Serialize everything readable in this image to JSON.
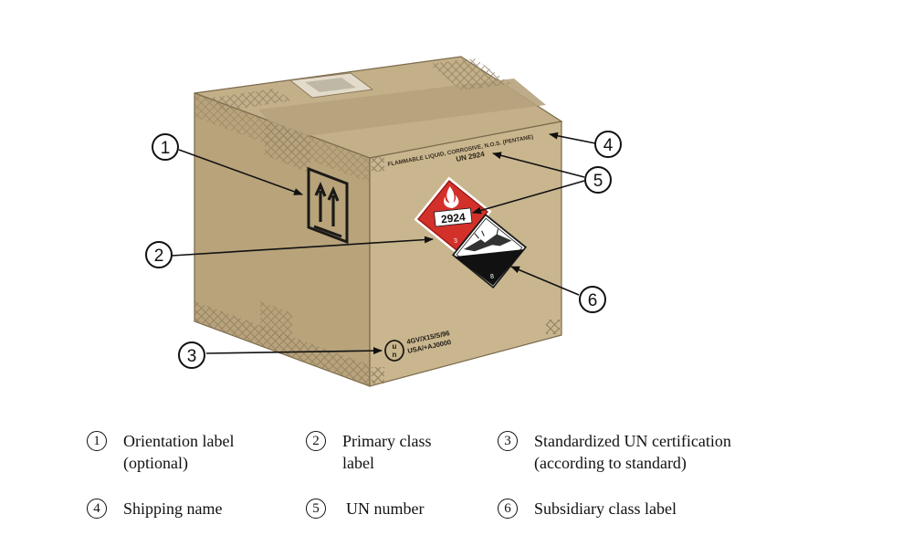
{
  "box": {
    "shipping_name": "FLAMMABLE LIQUID, CORROSIVE, N.O.S. (PENTANE)",
    "un_number": "UN 2924",
    "primary_label_number": "2924",
    "primary_label_class": "3",
    "subsidiary_label_class": "8",
    "un_mark_symbol": "u\nn",
    "certification_code_line1": "4GV/X15/S/96",
    "certification_code_line2": "USA/+AJ0000"
  },
  "callouts": [
    {
      "number": "1"
    },
    {
      "number": "2"
    },
    {
      "number": "3"
    },
    {
      "number": "4"
    },
    {
      "number": "5"
    },
    {
      "number": "6"
    }
  ],
  "legend": [
    {
      "number": "1",
      "text": "Orientation label\n(optional)"
    },
    {
      "number": "2",
      "text": "Primary class\nlabel"
    },
    {
      "number": "3",
      "text": "Standardized UN certification\n(according to standard)"
    },
    {
      "number": "4",
      "text": "Shipping name"
    },
    {
      "number": "5",
      "text": "UN number"
    },
    {
      "number": "6",
      "text": "Subsidiary class label"
    }
  ]
}
